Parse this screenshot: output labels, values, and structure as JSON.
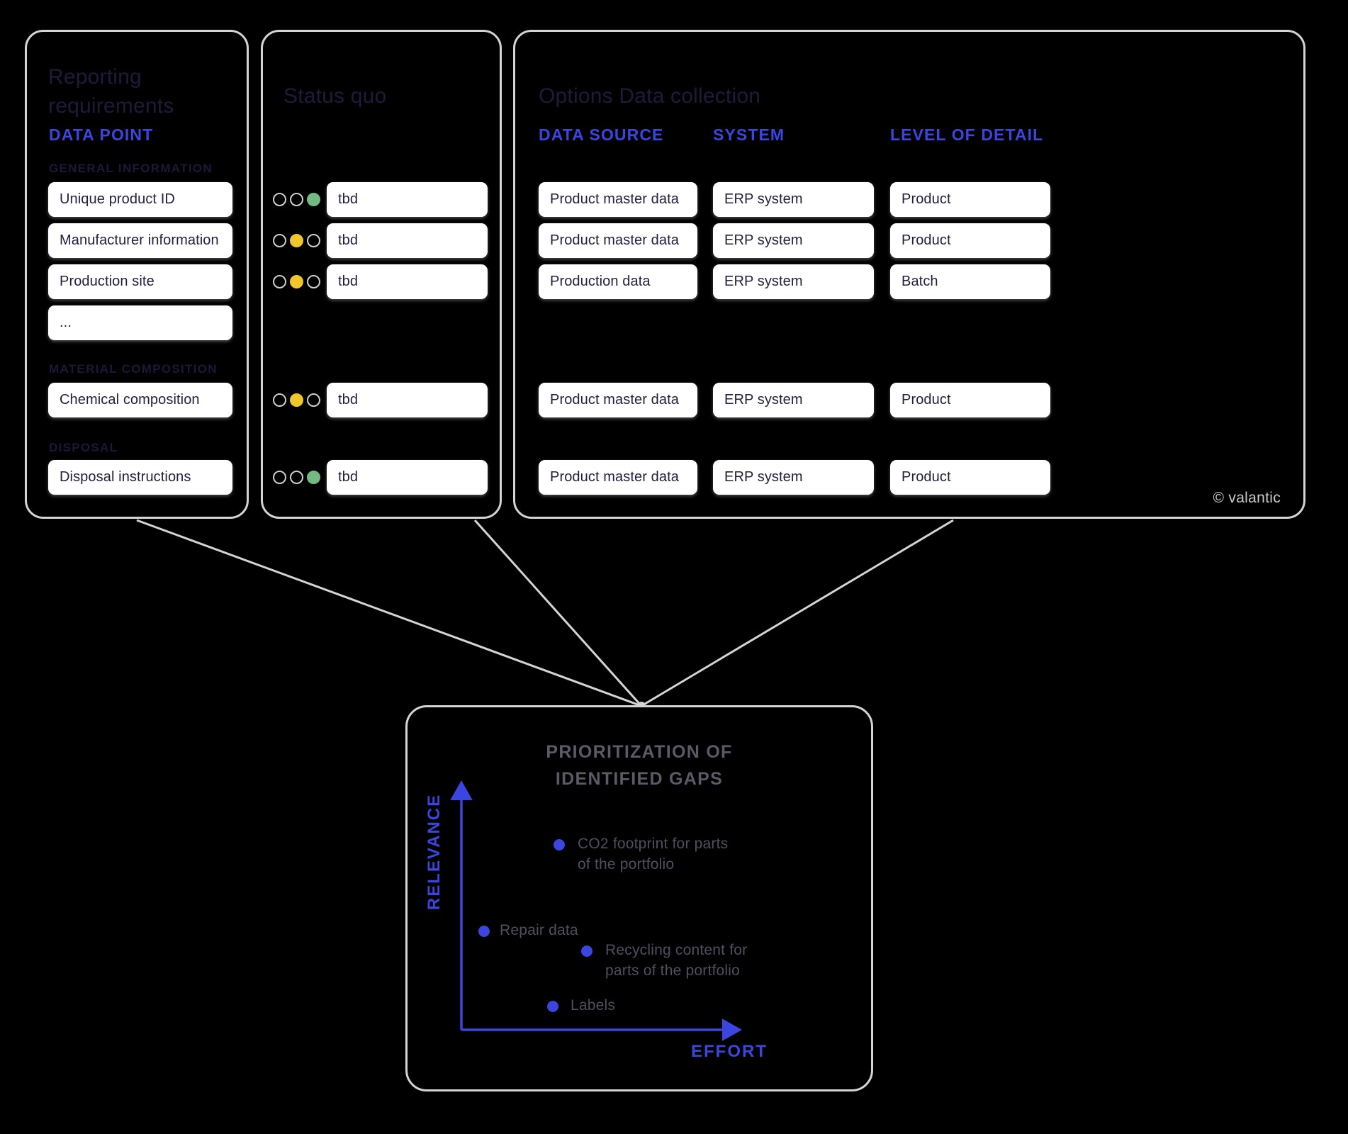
{
  "panels": {
    "reporting": {
      "title": "Reporting\nrequirements",
      "column_header": "DATA POINT",
      "groups": [
        {
          "label": "GENERAL INFORMATION",
          "items": [
            "Unique product ID",
            "Manufacturer information",
            "Production site",
            "..."
          ]
        },
        {
          "label": "MATERIAL COMPOSITION",
          "items": [
            "Chemical composition"
          ]
        },
        {
          "label": "DISPOSAL",
          "items": [
            "Disposal instructions"
          ]
        }
      ]
    },
    "status_quo": {
      "title": "Status quo",
      "rows": [
        {
          "dots": [
            "empty",
            "empty",
            "green"
          ],
          "value": "tbd"
        },
        {
          "dots": [
            "empty",
            "yellow",
            "empty"
          ],
          "value": "tbd"
        },
        {
          "dots": [
            "empty",
            "yellow",
            "empty"
          ],
          "value": "tbd"
        },
        {
          "dots": [
            "empty",
            "yellow",
            "empty"
          ],
          "value": "tbd"
        },
        {
          "dots": [
            "empty",
            "empty",
            "green"
          ],
          "value": "tbd"
        }
      ]
    },
    "options": {
      "title": "Options Data collection",
      "column_headers": [
        "DATA SOURCE",
        "SYSTEM",
        "LEVEL OF DETAIL"
      ],
      "rows": [
        {
          "data_source": "Product master data",
          "system": "ERP system",
          "level_of_detail": "Product"
        },
        {
          "data_source": "Product master data",
          "system": "ERP system",
          "level_of_detail": "Product"
        },
        {
          "data_source": "Production data",
          "system": "ERP system",
          "level_of_detail": "Batch"
        },
        {
          "data_source": "Product master data",
          "system": "ERP system",
          "level_of_detail": "Product"
        },
        {
          "data_source": "Product master data",
          "system": "ERP system",
          "level_of_detail": "Product"
        }
      ],
      "credit": "© valantic"
    }
  },
  "chart_data": {
    "type": "scatter",
    "title": "PRIORITIZATION OF\nIDENTIFIED GAPS",
    "xlabel": "EFFORT",
    "ylabel": "RELEVANCE",
    "xlim": [
      0,
      10
    ],
    "ylim": [
      0,
      10
    ],
    "grid": false,
    "legend": "none",
    "points": [
      {
        "label": "CO2 footprint for parts\nof the portfolio",
        "x": 3.6,
        "y": 6.4
      },
      {
        "label": "Repair data",
        "x": 0.9,
        "y": 3.4
      },
      {
        "label": "Recycling content for\nparts of the portfolio",
        "x": 4.1,
        "y": 2.6
      },
      {
        "label": "Labels",
        "x": 3.3,
        "y": 1.3
      }
    ]
  },
  "colors": {
    "accent_blue": "#3b46e0",
    "panel_border": "#d4d4d4",
    "status_green": "#74bb83",
    "status_yellow": "#efc62b",
    "card_bg": "#ffffff",
    "background": "#000000"
  }
}
